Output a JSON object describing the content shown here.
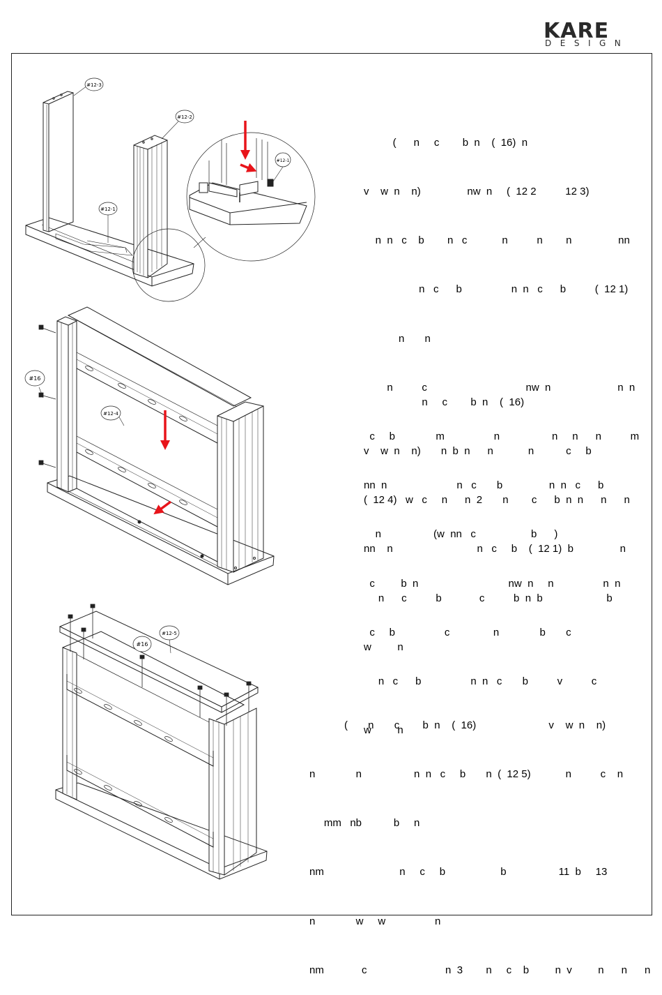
{
  "brand": {
    "name": "KARE",
    "sub": "DESIGN"
  },
  "callouts": {
    "c12_3": "#12-3",
    "c12_2": "#12-2",
    "c12_1": "#12-1",
    "c12_1_detail": "#12-1",
    "c16_a": "#16",
    "c12_4": "#12-4",
    "c16_b": "#16",
    "c12_5": "#12-5"
  },
  "steps": [
    {
      "lines": [
        "          (      n     c        b  n    (  16)  n",
        "v    w  n    n)                nw  n     (  12 2          12 3)",
        "    n  n   c    b        n   c            n          n        n                nn",
        "                   n   c      b                 n  n   c      b          (  12 1)",
        "            n       n",
        "        n          c                                  nw  n                       n  n",
        "  c     b              m                 n                  n     n      n          m",
        "nn  n                        n   c       b                n  n   c      b",
        "    n                  (w  nn   c                   b      )",
        "  c         b  n                               nw  n     n                 n  n",
        "  c     b                 c               n              b       c",
        "     n   c      b                 n  n   c       b          v          c",
        "w         n"
      ]
    },
    {
      "lines": [
        "                    n     c        b  n    (  16)",
        "v    w  n    n)       n  b  n      n            n           c     b",
        "(  12 4)   w   c     n      n  2       n        c      b  n  n      n      n",
        "nn    n                             n   c     b    (  12 1)  b                n",
        "     n      c          b             c          b  n  b                      b",
        "w         n"
      ]
    },
    {
      "lines": [
        "            (       n       c        b  n    (  16)                         v    w  n    n)",
        "n              n                  n  n   c     b       n  (  12 5)            n          c    n",
        "     mm   nb           b     n",
        "nm                          n     c     b                   b                  11  b     13",
        "n              w     w                 n",
        "nm             c                           n  3        n     c    b         n  v         n      n      n"
      ]
    }
  ]
}
